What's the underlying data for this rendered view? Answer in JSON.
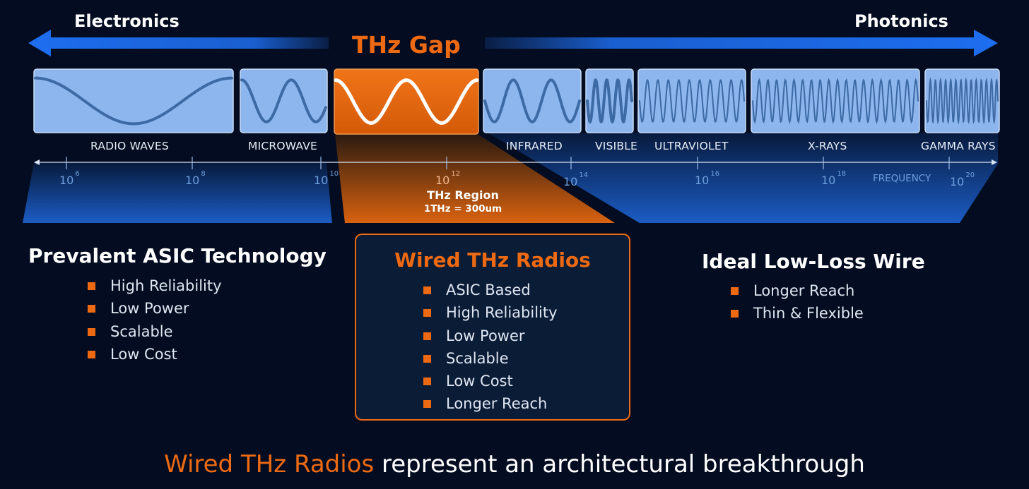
{
  "arrows": {
    "left_label": "Electronics",
    "right_label": "Photonics"
  },
  "gap_title": "THz Gap",
  "bands": [
    {
      "label": "RADIO WAVES",
      "cycles": 1,
      "highlight": false
    },
    {
      "label": "MICROWAVE",
      "cycles": 1.7,
      "highlight": false
    },
    {
      "label": "",
      "cycles": 2,
      "highlight": true
    },
    {
      "label": "INFRARED",
      "cycles": 2.5,
      "highlight": false
    },
    {
      "label": "VISIBLE",
      "cycles": 4,
      "highlight": false
    },
    {
      "label": "ULTRAVIOLET",
      "cycles": 10,
      "highlight": false
    },
    {
      "label": "X-RAYS",
      "cycles": 19,
      "highlight": false
    },
    {
      "label": "GAMMA RAYS",
      "cycles": 14,
      "highlight": false
    }
  ],
  "axis": {
    "ticks": [
      {
        "base": "10",
        "exp": "6"
      },
      {
        "base": "10",
        "exp": "8"
      },
      {
        "base": "10",
        "exp": "10"
      },
      {
        "base": "10",
        "exp": "12"
      },
      {
        "base": "10",
        "exp": "14"
      },
      {
        "base": "10",
        "exp": "16"
      },
      {
        "base": "10",
        "exp": "18"
      },
      {
        "base": "10",
        "exp": "20"
      }
    ],
    "label": "FREQUENCY"
  },
  "thz_region": {
    "title": "THz Region",
    "equation": "1THz = 300um"
  },
  "left_section": {
    "title": "Prevalent ASIC Technology",
    "items": [
      "High Reliability",
      "Low Power",
      "Scalable",
      "Low Cost"
    ]
  },
  "center_section": {
    "title": "Wired THz Radios",
    "items": [
      "ASIC Based",
      "High Reliability",
      "Low Power",
      "Scalable",
      "Low Cost",
      "Longer Reach"
    ]
  },
  "right_section": {
    "title": "Ideal Low-Loss Wire",
    "items": [
      "Longer Reach",
      "Thin & Flexible"
    ]
  },
  "footer": {
    "accent": "Wired THz Radios",
    "rest": " represent an architectural breakthrough"
  },
  "colors": {
    "background": "#030c20",
    "accent_orange": "#ee6a12",
    "arrow_blue": "#1d6ef0",
    "panel_blue": "#8db5ee",
    "wave_blue": "#3d6aa4"
  }
}
